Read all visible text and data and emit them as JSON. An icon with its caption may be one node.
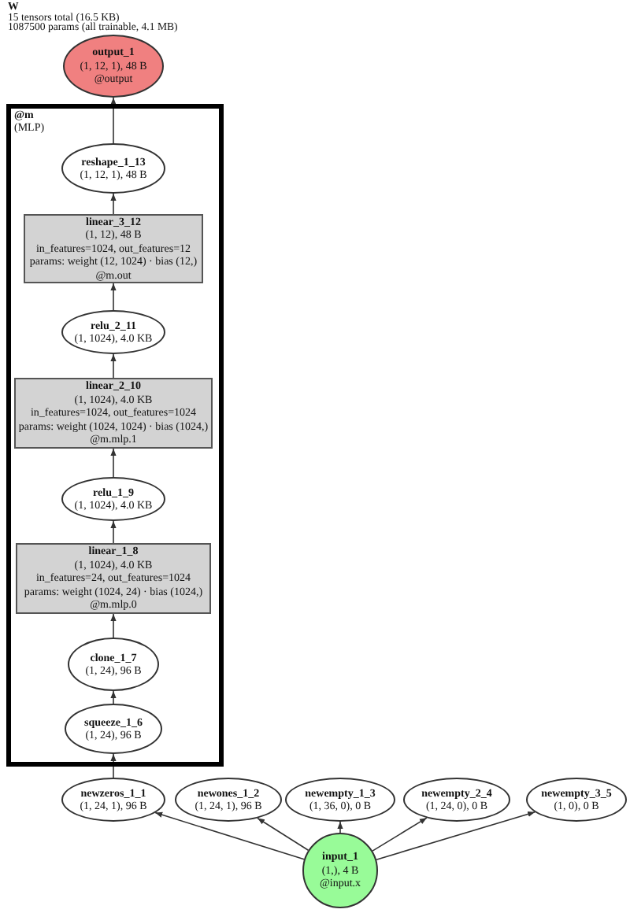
{
  "diagram": {
    "title": "W",
    "labels": [
      "15 tensors total (16.5 KB)",
      "1087500 params (all trainable, 4.1 MB)"
    ],
    "nodes": [
      {
        "text": [
          "output_1",
          "(1, 12, 1), 48 B",
          "@output"
        ]
      },
      {
        "text": [
          "@m",
          "(MLP)"
        ]
      },
      {
        "text": [
          "reshape_1_13",
          "(1, 12, 1), 48 B"
        ],
        "in": 1
      },
      {
        "text": [
          "linear_3_12",
          "(1, 12), 48 B",
          "in_features=1024, out_features=12",
          "params: weight (12, 1024) · bias (12,)",
          "@m.out"
        ],
        "in": 1
      },
      {
        "text": [
          "relu_2_11",
          "(1, 1024), 4.0 KB"
        ],
        "in": 1
      },
      {
        "text": [
          "linear_2_10",
          "(1, 1024), 4.0 KB",
          "in_features=1024, out_features=1024",
          "params: weight (1024, 1024) · bias (1024,)",
          "@m.mlp.1"
        ],
        "in": 1
      },
      {
        "text": [
          "relu_1_9",
          "(1, 1024), 4.0 KB"
        ],
        "in": 1
      },
      {
        "text": [
          "linear_1_8",
          "(1, 1024), 4.0 KB",
          "in_features=24, out_features=1024",
          "params: weight (1024, 24) · bias (1024,)",
          "@m.mlp.0"
        ],
        "in": 1
      },
      {
        "text": [
          "clone_1_7",
          "(1, 24), 96 B"
        ],
        "in": 1
      },
      {
        "text": [
          "squeeze_1_6",
          "(1, 24), 96 B"
        ],
        "in": 1
      },
      {
        "text": [
          "newzeros_1_1",
          "(1, 24, 1), 96 B"
        ]
      },
      {
        "text": [
          "newones_1_2",
          "(1, 24, 1), 96 B"
        ]
      },
      {
        "text": [
          "newempty_1_3",
          "(1, 36, 0), 0 B"
        ]
      },
      {
        "text": [
          "newempty_2_4",
          "(1, 24, 0), 0 B"
        ]
      },
      {
        "text": [
          "newempty_3_5",
          "(1, 0), 0 B"
        ]
      },
      {
        "text": [
          "input_1",
          "(1,), 4 B",
          "@input.x"
        ]
      }
    ],
    "edges": [
      {
        "from": 15,
        "to": 10,
        "arrow": "to"
      },
      {
        "from": 15,
        "to": 11,
        "arrow": "to"
      },
      {
        "from": 15,
        "to": 12,
        "arrow": "to"
      },
      {
        "from": 15,
        "to": 13,
        "arrow": "to"
      },
      {
        "from": 15,
        "to": 14,
        "arrow": "to"
      },
      {
        "from": 10,
        "to": 9,
        "arrow": "to"
      },
      {
        "from": 9,
        "to": 8,
        "arrow": "to"
      },
      {
        "from": 8,
        "to": 7,
        "arrow": "to"
      },
      {
        "from": 7,
        "to": 6,
        "arrow": "to"
      },
      {
        "from": 6,
        "to": 5,
        "arrow": "to"
      },
      {
        "from": 5,
        "to": 4,
        "arrow": "to"
      },
      {
        "from": 4,
        "to": 3,
        "arrow": "to"
      },
      {
        "from": 3,
        "to": 2,
        "arrow": "to"
      },
      {
        "from": 2,
        "to": 0,
        "arrow": "to"
      }
    ]
  }
}
